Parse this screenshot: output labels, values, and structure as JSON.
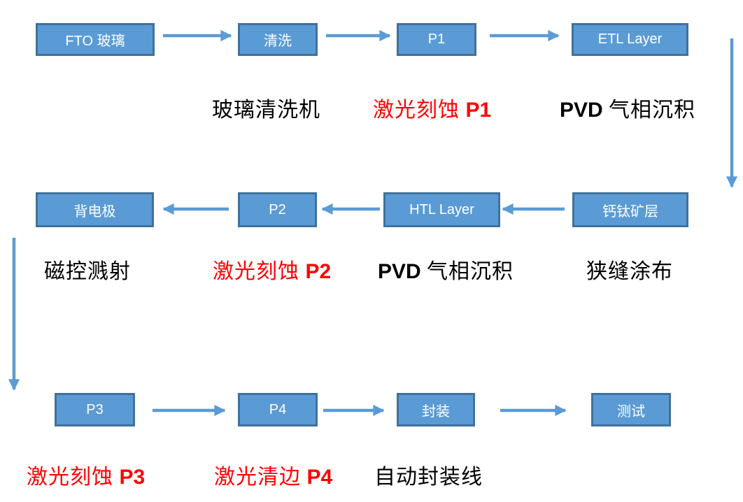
{
  "colors": {
    "background": "#FFFFFF",
    "box_fill": "#5B9BD5",
    "box_border": "#41719C",
    "box_text": "#FFFFFF",
    "arrow": "#5B9BD5",
    "annotation_black": "#000000",
    "annotation_red": "#FF0000"
  },
  "flowchart": {
    "rows": [
      {
        "direction": "right",
        "boxes": [
          {
            "label": "FTO 玻璃"
          },
          {
            "label": "清洗"
          },
          {
            "label": "P1"
          },
          {
            "label": "ETL Layer"
          }
        ]
      },
      {
        "direction": "left",
        "boxes": [
          {
            "label": "背电极"
          },
          {
            "label": "P2"
          },
          {
            "label": "HTL Layer"
          },
          {
            "label": "钙钛矿层"
          }
        ]
      },
      {
        "direction": "right",
        "boxes": [
          {
            "label": "P3"
          },
          {
            "label": "P4"
          },
          {
            "label": "封装"
          },
          {
            "label": "测试"
          }
        ]
      }
    ],
    "annotations": [
      {
        "name": "glass-washer",
        "color": "black",
        "parts": [
          {
            "text": "玻璃清洗机"
          }
        ]
      },
      {
        "name": "laser-etch-p1",
        "color": "red",
        "parts": [
          {
            "text": "激光刻蚀 "
          },
          {
            "text": "P1"
          }
        ]
      },
      {
        "name": "pvd-deposition-etl",
        "color": "black",
        "parts": [
          {
            "text": "PVD "
          },
          {
            "text": "气相沉积"
          }
        ]
      },
      {
        "name": "magnetron-sputtering",
        "color": "black",
        "parts": [
          {
            "text": "磁控溅射"
          }
        ]
      },
      {
        "name": "laser-etch-p2",
        "color": "red",
        "parts": [
          {
            "text": "激光刻蚀 "
          },
          {
            "text": "P2"
          }
        ]
      },
      {
        "name": "pvd-deposition-htl",
        "color": "black",
        "parts": [
          {
            "text": "PVD "
          },
          {
            "text": "气相沉积"
          }
        ]
      },
      {
        "name": "slot-die-coating",
        "color": "black",
        "parts": [
          {
            "text": "狭缝涂布"
          }
        ]
      },
      {
        "name": "laser-etch-p3",
        "color": "red",
        "parts": [
          {
            "text": "激光刻蚀 "
          },
          {
            "text": "P3"
          }
        ]
      },
      {
        "name": "laser-edge-clean-p4",
        "color": "red",
        "parts": [
          {
            "text": "激光清边 "
          },
          {
            "text": "P4"
          }
        ]
      },
      {
        "name": "auto-encapsulation-line",
        "color": "black",
        "parts": [
          {
            "text": "自动封装线"
          }
        ]
      }
    ]
  }
}
